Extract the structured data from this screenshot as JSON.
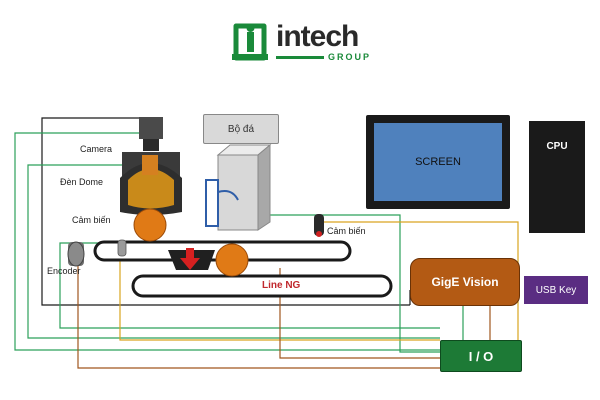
{
  "logo": {
    "word": "intech",
    "sub": "GROUP"
  },
  "labels": {
    "camera": "Camera",
    "dome": "Đèn Dome",
    "sensor_left": "Cảm biến",
    "sensor_right": "Cảm biến",
    "encoder": "Encoder",
    "reject": "Bộ đá",
    "line_ng": "Line NG",
    "screen": "SCREEN",
    "cpu": "CPU",
    "gige": "GigE Vision",
    "usb": "USB Key",
    "io": "I / O"
  },
  "colors": {
    "brand_green": "#1a8a3a",
    "screen_blue": "#4f81bd",
    "gige_orange": "#b35a14",
    "usb_purple": "#5a2d82",
    "io_green": "#1d7a36",
    "wire_green": "#2ca05a",
    "wire_gold": "#d9a520",
    "wire_brown": "#a0561e",
    "wire_black": "#1a1a1a",
    "line_ng_red": "#c0282d"
  },
  "icons": [
    "camera-icon",
    "dome-light-icon",
    "sensor-icon",
    "encoder-icon",
    "reject-pusher-icon",
    "product-ball-icon",
    "down-arrow-icon"
  ]
}
